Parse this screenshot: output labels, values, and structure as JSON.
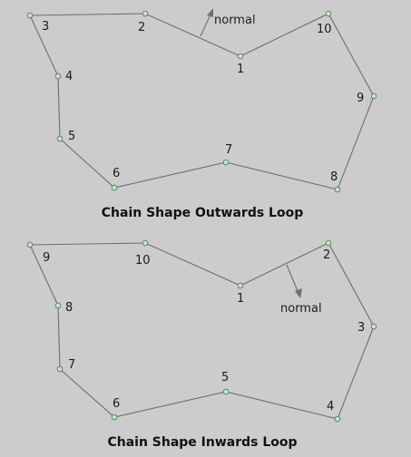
{
  "colors": {
    "background": "#cccccc",
    "edge": "#6e6e6e",
    "vertex_fill": "#cfe0cf",
    "vertex_stroke": "#5c8a5c"
  },
  "diagrams": [
    {
      "title": "Chain Shape Outwards Loop",
      "normal_label": "normal",
      "vertices": [
        {
          "label": "",
          "id": "a"
        },
        {
          "label": "2",
          "id": "b"
        },
        {
          "label": "1",
          "id": "c"
        },
        {
          "label": "10",
          "id": "d"
        },
        {
          "label": "9",
          "id": "e"
        },
        {
          "label": "8",
          "id": "f"
        },
        {
          "label": "7",
          "id": "g"
        },
        {
          "label": "6",
          "id": "h"
        },
        {
          "label": "5",
          "id": "i"
        },
        {
          "label": "4",
          "id": "j"
        },
        {
          "label": "3",
          "id": "k"
        }
      ]
    },
    {
      "title": "Chain Shape Inwards Loop",
      "normal_label": "normal",
      "vertices": [
        {
          "label": "",
          "id": "a"
        },
        {
          "label": "10",
          "id": "b"
        },
        {
          "label": "1",
          "id": "c"
        },
        {
          "label": "2",
          "id": "d"
        },
        {
          "label": "3",
          "id": "e"
        },
        {
          "label": "4",
          "id": "f"
        },
        {
          "label": "5",
          "id": "g"
        },
        {
          "label": "6",
          "id": "h"
        },
        {
          "label": "7",
          "id": "i"
        },
        {
          "label": "8",
          "id": "j"
        },
        {
          "label": "9",
          "id": "k"
        }
      ]
    }
  ]
}
